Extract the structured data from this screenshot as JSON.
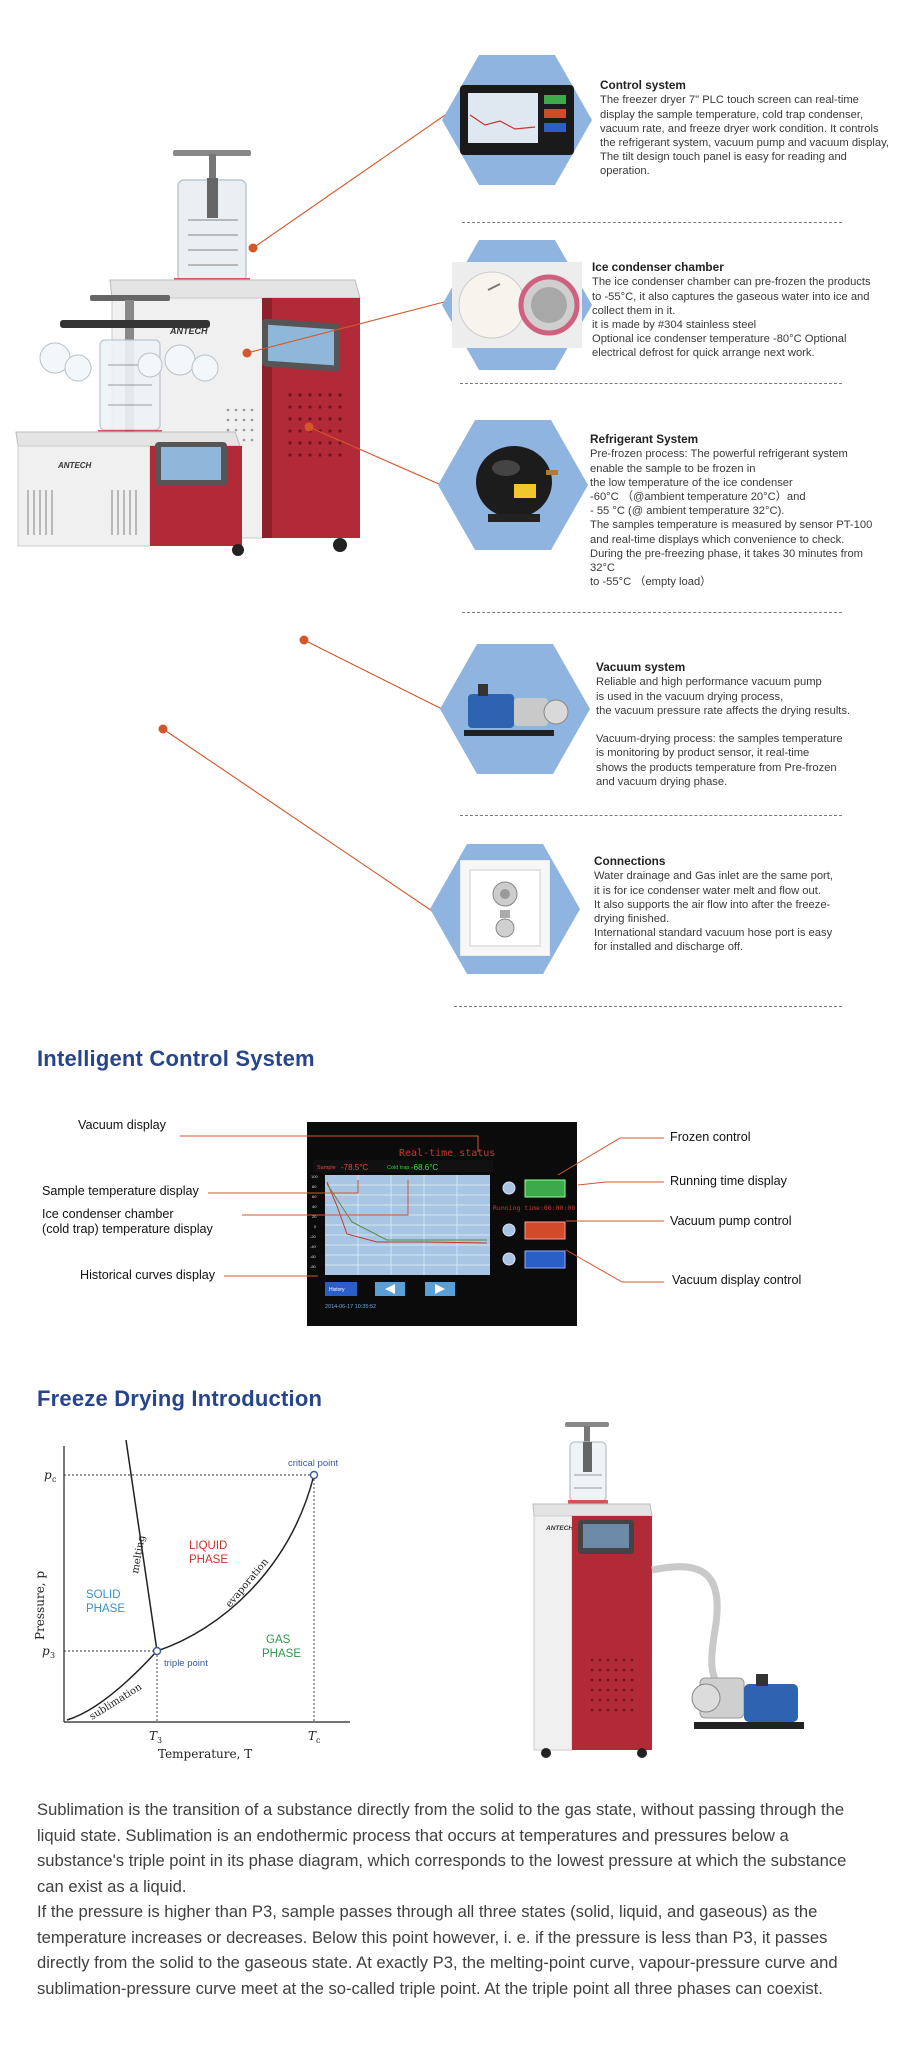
{
  "brand": "ANTECH",
  "features": [
    {
      "title": "Control system",
      "body": "The freezer dryer 7\" PLC touch screen can real-time display the sample temperature, cold trap condenser, vacuum rate, and freeze dryer work condition. It controls the refrigerant system, vacuum pump and vacuum display,\nThe tilt design touch panel is easy for reading and operation."
    },
    {
      "title": "Ice condenser chamber",
      "body": "The ice condenser chamber can pre-frozen the products to -55°C, it also captures the gaseous water into ice and collect them in it.\nit is made by #304 stainless steel\nOptional ice condenser temperature -80°C Optional electrical defrost  for quick arrange next work."
    },
    {
      "title": "Refrigerant System",
      "body": "Pre-frozen process: The powerful refrigerant system enable the sample to be frozen in\n the low temperature of the ice condenser\n-60°C  （@ambient temperature 20°C）and\n- 55 °C (@ ambient temperature 32°C).\nThe samples temperature is measured by sensor PT-100 and real-time displays which convenience to check. During the pre-freezing phase, it takes 30 minutes from 32°C\nto -55°C （empty load）"
    },
    {
      "title": "Vacuum system",
      "body": "Reliable and high performance vacuum pump\nis used in the vacuum drying process,\nthe vacuum pressure rate affects the drying results.\n\nVacuum-drying process:  the samples temperature\nis monitoring by product sensor, it real-time\nshows the products temperature from Pre-frozen\nand vacuum drying phase."
    },
    {
      "title": "Connections",
      "body": "Water drainage and Gas inlet are the same port,\nit is for ice condenser water melt and flow out.\nIt also supports the air flow into after the freeze-\ndrying finished.\nInternational standard vacuum hose port is easy\nfor installed and discharge off."
    }
  ],
  "control_section": {
    "title": "Intelligent Control System",
    "left_labels": [
      "Vacuum display",
      "Sample temperature display",
      "Ice condenser chamber\n(cold trap) temperature display",
      "Historical curves display"
    ],
    "right_labels": [
      "Frozen control",
      "Running time display",
      "Vacuum pump control",
      "Vacuum display control"
    ],
    "screen": {
      "header": "Real-time status",
      "sample_label": "Sample",
      "sample_value": "-78.5°C",
      "cold_trap_label": "Cold trap",
      "cold_trap_value": "-68.6°C",
      "running_time": "Running time:00:00:00",
      "y_ticks": [
        "100",
        "80",
        "60",
        "40",
        "20",
        "0",
        "-20",
        "-40",
        "-60",
        "-80"
      ],
      "history_button": "History",
      "datetime": "2014-06-17 10:35:52"
    }
  },
  "intro_section": {
    "title": "Freeze Drying Introduction",
    "paragraphs": [
      "Sublimation is the transition of a substance directly from the solid to the gas state, without passing through the liquid state. Sublimation is an endothermic process that occurs at temperatures and pressures below a substance's triple point in its phase diagram, which corresponds to the lowest pressure at which the substance can exist as a liquid.",
      "If the pressure is higher than P3, sample passes through all three states (solid, liquid, and gaseous) as the temperature increases or decreases. Below this point however, i. e. if the pressure is less than P3, it passes directly from the solid to the gaseous state. At exactly P3, the melting-point curve, vapour-pressure curve and sublimation-pressure curve meet at the so-called triple point. At the triple point all three phases can coexist."
    ]
  },
  "phase_diagram": {
    "y_axis_label": "Pressure,  p",
    "x_axis_label": "Temperature,  T",
    "pc_label": "p",
    "pc_sub": "c",
    "p3_label": "p",
    "p3_sub": "3",
    "t3_label": "T",
    "t3_sub": "3",
    "tc_label": "T",
    "tc_sub": "c",
    "critical_point": "critical point",
    "triple_point": "triple point",
    "solid": [
      "SOLID",
      "PHASE"
    ],
    "liquid": [
      "LIQUID",
      "PHASE"
    ],
    "gas": [
      "GAS",
      "PHASE"
    ],
    "melting": "melting",
    "evaporation": "evaporation",
    "sublimation": "sublimation",
    "colors": {
      "solid": "#3a8fc8",
      "liquid": "#c8332c",
      "gas": "#2e9a4a",
      "curve": "#222222",
      "point": "#3a5a9a"
    }
  },
  "colors": {
    "leader": "#d4572a",
    "hex": "#8fb4e0",
    "heading": "#27458c",
    "cabinet_red": "#b22a38"
  }
}
